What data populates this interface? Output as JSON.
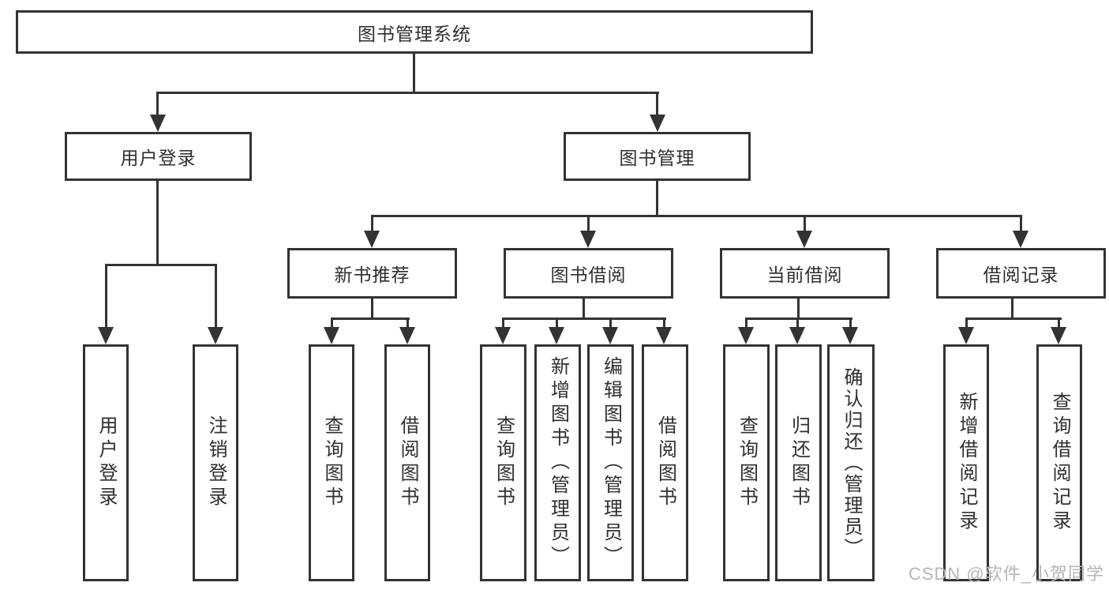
{
  "diagram": {
    "root": {
      "label": "图书管理系统"
    },
    "level2": [
      {
        "id": "user-login",
        "label": "用户登录"
      },
      {
        "id": "book-management",
        "label": "图书管理"
      }
    ],
    "level3": [
      {
        "id": "new-book-recommend",
        "label": "新书推荐",
        "parent": "图书管理"
      },
      {
        "id": "book-borrow",
        "label": "图书借阅",
        "parent": "图书管理"
      },
      {
        "id": "current-borrow",
        "label": "当前借阅",
        "parent": "图书管理"
      },
      {
        "id": "borrow-records",
        "label": "借阅记录",
        "parent": "图书管理"
      }
    ],
    "leaves": [
      {
        "id": "user-login-leaf",
        "label": "用户登录",
        "parent": "用户登录"
      },
      {
        "id": "logout-leaf",
        "label": "注销登录",
        "parent": "用户登录"
      },
      {
        "id": "recommend-query-book",
        "label": "查询图书",
        "parent": "新书推荐"
      },
      {
        "id": "recommend-borrow-book",
        "label": "借阅图书",
        "parent": "新书推荐"
      },
      {
        "id": "borrow-query-book",
        "label": "查询图书",
        "parent": "图书借阅"
      },
      {
        "id": "borrow-add-book",
        "label": "新增图书（管理员）",
        "parent": "图书借阅"
      },
      {
        "id": "borrow-edit-book",
        "label": "编辑图书（管理员）",
        "parent": "图书借阅"
      },
      {
        "id": "borrow-borrow-book",
        "label": "借阅图书",
        "parent": "图书借阅"
      },
      {
        "id": "current-query-book",
        "label": "查询图书",
        "parent": "当前借阅"
      },
      {
        "id": "current-return-book",
        "label": "归还图书",
        "parent": "当前借阅"
      },
      {
        "id": "current-confirm-return",
        "label": "确认归还（管理员）",
        "parent": "当前借阅"
      },
      {
        "id": "records-add-record",
        "label": "新增借阅记录",
        "parent": "借阅记录"
      },
      {
        "id": "records-query-record",
        "label": "查询借阅记录",
        "parent": "借阅记录"
      }
    ]
  },
  "watermark": {
    "text": "CSDN @软件_小贺同学",
    "color": "#b5b5b5"
  },
  "colors": {
    "background": "#ffffff",
    "box_border": "#333333",
    "line": "#333333",
    "text": "#2f2f2f",
    "box_fill": "#ffffff"
  }
}
